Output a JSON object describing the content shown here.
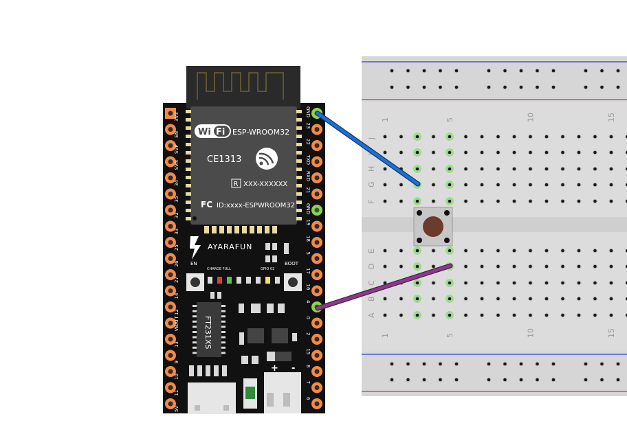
{
  "board": {
    "brand": "AYARAFUN",
    "module": {
      "wifi_logo": "Wi Fi",
      "model": "ESP-WROOM32",
      "ce_mark": "CE1313",
      "r_mark": "R",
      "r_code": "XXX-XXXXXX",
      "fc_mark": "FC",
      "fcc_id": "ID:xxxx-ESPWROOM32",
      "espressif_icon": "espressif-logo"
    },
    "labels": {
      "en": "EN",
      "boot": "BOOT",
      "charge": "CHARGE FULL",
      "gpio": "GPIO 02",
      "usb_chip": "FT231XS",
      "vbatt": "VBATT",
      "plus": "+",
      "minus": "-"
    },
    "left_pins": [
      "3V3",
      "EN",
      "SVP",
      "SVN",
      "34",
      "35",
      "32",
      "33",
      "25",
      "26",
      "27",
      "14",
      "12",
      "VBATT",
      "13",
      "9",
      "10",
      "11",
      "5V"
    ],
    "right_pins": [
      "GND",
      "23",
      "22",
      "TXD",
      "RXD",
      "21",
      "GND",
      "19",
      "18",
      "5",
      "17",
      "16",
      "4",
      "0",
      "2",
      "15",
      "8",
      "7",
      "6"
    ],
    "colors": {
      "pcb": "#111111",
      "pad": "#f08a4b",
      "pad_active": "#8fd14f",
      "module": "#4b4b4b"
    }
  },
  "breadboard": {
    "column_numbers": [
      "1",
      "5",
      "10",
      "15"
    ],
    "rows_top": [
      "J",
      "I",
      "H",
      "G",
      "F"
    ],
    "rows_bottom": [
      "E",
      "D",
      "C",
      "B",
      "A"
    ],
    "colors": {
      "body": "#dcdcdc",
      "rail_red": "#d9352b",
      "rail_blue": "#2b3fd9",
      "hole_highlight": "#8fe07a"
    }
  },
  "wires": [
    {
      "name": "gnd-wire",
      "from": "GND",
      "color": "#1f6fd1"
    },
    {
      "name": "gpio4-wire",
      "from": "4",
      "color": "#8a3a8a"
    }
  ],
  "button": {
    "name": "push-button",
    "color": "#6b3c2a"
  }
}
